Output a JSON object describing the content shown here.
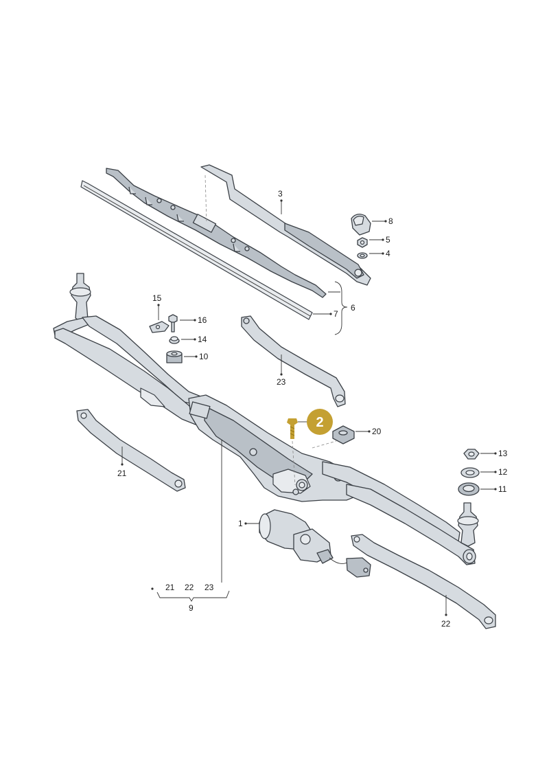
{
  "diagram": {
    "highlight": {
      "label": "2",
      "color": "#c4a032"
    },
    "callouts": {
      "c1": "1",
      "c3": "3",
      "c4": "4",
      "c5": "5",
      "c6": "6",
      "c7": "7",
      "c8": "8",
      "c9": "9",
      "c10": "10",
      "c11": "11",
      "c12": "12",
      "c13": "13",
      "c14": "14",
      "c15": "15",
      "c16": "16",
      "c20": "20",
      "c21a": "21",
      "c21b": "21",
      "c22a": "22",
      "c22b": "22",
      "c23a": "23",
      "c23b": "23"
    }
  }
}
